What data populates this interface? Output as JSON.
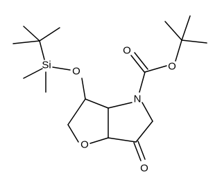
{
  "molecule": {
    "atom_labels": {
      "silicon": "Si",
      "ether_oxygen": "O",
      "ring_oxygen": "O",
      "nitrogen": "N",
      "carbonyl_oxygen": "O",
      "ester_oxygen": "O",
      "ketone_oxygen": "O"
    },
    "colors": {
      "bond": "#000000",
      "label": "#000000",
      "background": "#ffffff"
    }
  }
}
